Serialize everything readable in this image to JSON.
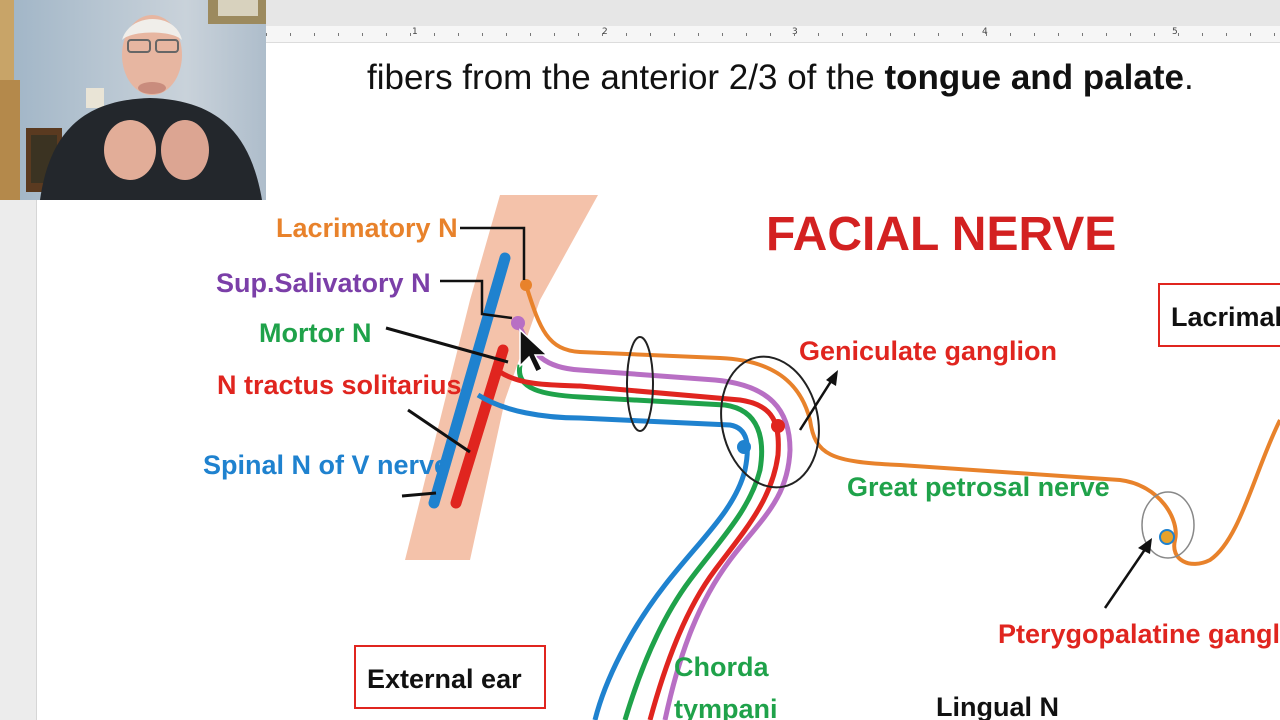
{
  "document": {
    "line_normal": "fibers from the anterior 2/3 of the ",
    "line_bold": "tongue and palate",
    "line_end": "."
  },
  "ruler": {
    "numbers": [
      "1",
      "2",
      "3",
      "4",
      "5"
    ]
  },
  "diagram": {
    "title": "FACIAL NERVE",
    "labels": {
      "lacrimatory": "Lacrimatory N",
      "salivatory": "Sup.Salivatory N",
      "motor": "Mortor N",
      "solitarius": "N tractus solitarius",
      "spinal": "Spinal N of V nerve",
      "geniculate": "Geniculate ganglion",
      "petrosal": "Great petrosal nerve",
      "pterygopalatine": "Pterygopalatine ganglio",
      "chorda_1": "Chorda",
      "chorda_2": "tympani",
      "lingual": "Lingual N"
    },
    "boxes": {
      "external_ear": "External ear",
      "lacrimal": "Lacrimal"
    },
    "colors": {
      "orange": "#e8822b",
      "purple": "#7b3fa8",
      "green": "#1fa24a",
      "red": "#e0251f",
      "blue": "#1f82cf",
      "title_red": "#d32121",
      "brainstem": "#f4c2aa"
    }
  }
}
